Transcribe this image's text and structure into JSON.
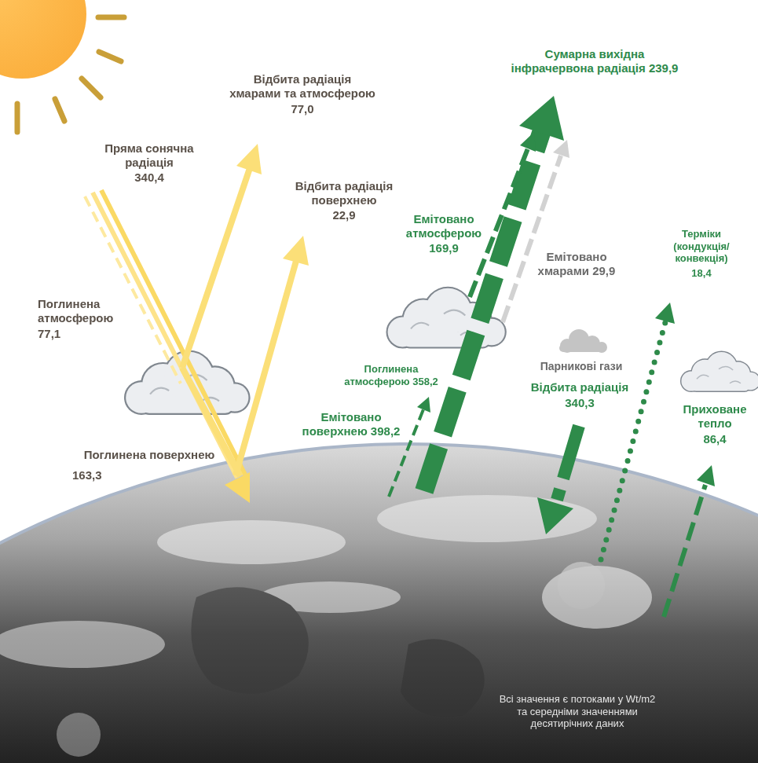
{
  "diagram": {
    "caption": "Всі значення є потоками у Wt/m2 та середніми значеннями десятирічних даних",
    "labels": [
      "Відбита радіація хмарами та атмосферою",
      "77,0",
      "Сумарна вихідна інфрачервона радіація 239,9",
      "Пряма сонячна радіація",
      "340,4",
      "Відбита радіація поверхнею",
      "22,9",
      "Емітовано атмосферою",
      "169,9",
      "Терміки (кондукція/ конвекція)",
      "18,4",
      "Емітовано хмарами 29,9",
      "Поглинена атмосферою",
      "77,1",
      "Парникові гази",
      "Поглинена атмосферою 358,2",
      "Відбита радіація",
      "340,3",
      "Приховане тепло",
      "86,4",
      "Емітовано поверхнею 398,2",
      "Поглинена поверхнею",
      "163,3"
    ]
  }
}
